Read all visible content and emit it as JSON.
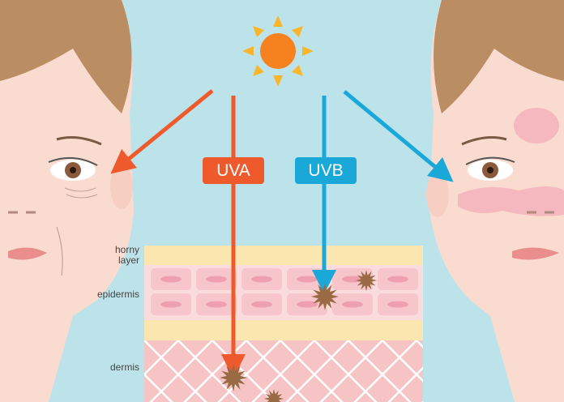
{
  "labels": {
    "uva": "UVA",
    "uvb": "UVB",
    "horny_layer": "horny\nlayer",
    "epidermis": "epidermis",
    "dermis": "dermis"
  },
  "colors": {
    "background": "#bde3ea",
    "uva": "#ee5a2b",
    "uvb": "#1aa8d9",
    "sun": "#f5821f",
    "sun_rays": "#f9b62c",
    "skin": "#fadbd0",
    "hair": "#bb8d63",
    "horny_layer": "#fbe6b0",
    "epidermis": "#fbdcdc",
    "dermis": "#f6c4c4",
    "spot": "#9a6a45"
  }
}
